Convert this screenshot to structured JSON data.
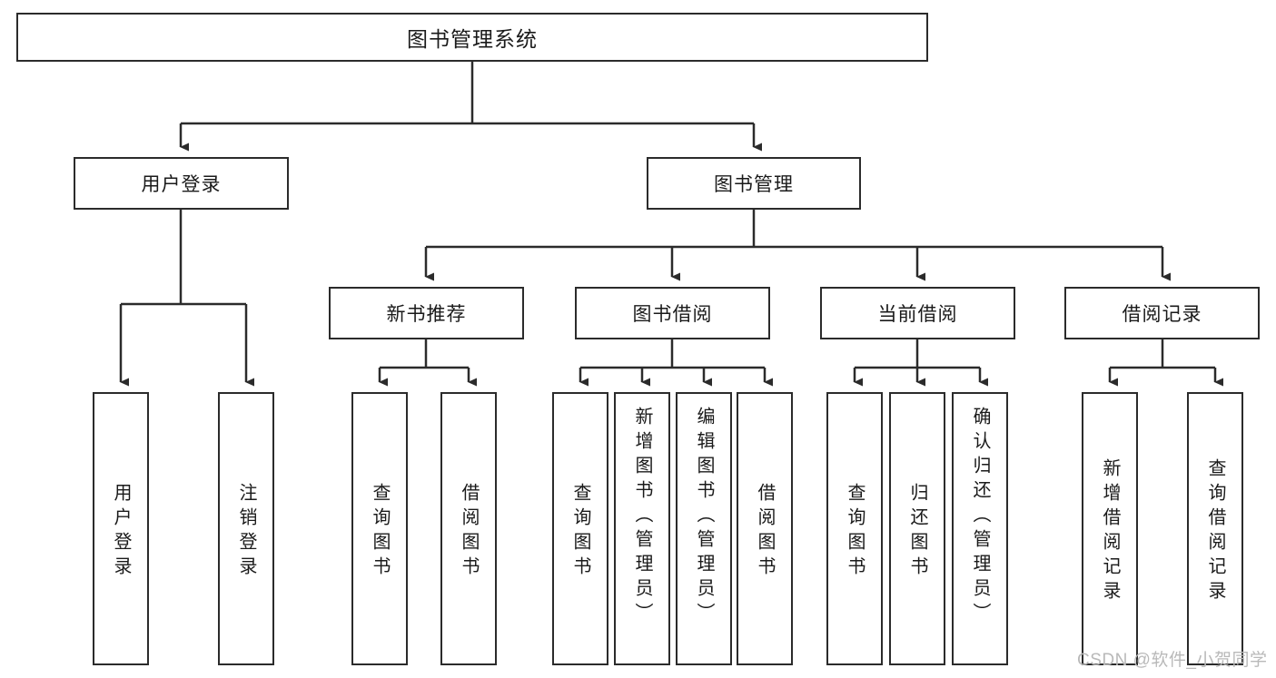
{
  "diagram": {
    "title": "图书管理系统",
    "type": "tree-hierarchy",
    "root": {
      "label": "图书管理系统"
    },
    "level2": [
      {
        "label": "用户登录"
      },
      {
        "label": "图书管理"
      }
    ],
    "level3": [
      {
        "label": "新书推荐"
      },
      {
        "label": "图书借阅"
      },
      {
        "label": "当前借阅"
      },
      {
        "label": "借阅记录"
      }
    ],
    "leaves": {
      "user_login": [
        {
          "label": "用户登录"
        },
        {
          "label": "注销登录"
        }
      ],
      "new_book": [
        {
          "label": "查询图书"
        },
        {
          "label": "借阅图书"
        }
      ],
      "book_borrow": [
        {
          "label": "查询图书"
        },
        {
          "label": "新增图书（管理员）"
        },
        {
          "label": "编辑图书（管理员）"
        },
        {
          "label": "借阅图书"
        }
      ],
      "current_borrow": [
        {
          "label": "查询图书"
        },
        {
          "label": "归还图书"
        },
        {
          "label": "确认归还（管理员）"
        }
      ],
      "borrow_record": [
        {
          "label": "新增借阅记录"
        },
        {
          "label": "查询借阅记录"
        }
      ]
    }
  },
  "watermark": {
    "text": "CSDN @软件_小贺同学"
  },
  "colors": {
    "stroke": "#2b2b2b",
    "background": "#ffffff",
    "text": "#1a1a1a",
    "watermark": "#b9b9b9"
  }
}
